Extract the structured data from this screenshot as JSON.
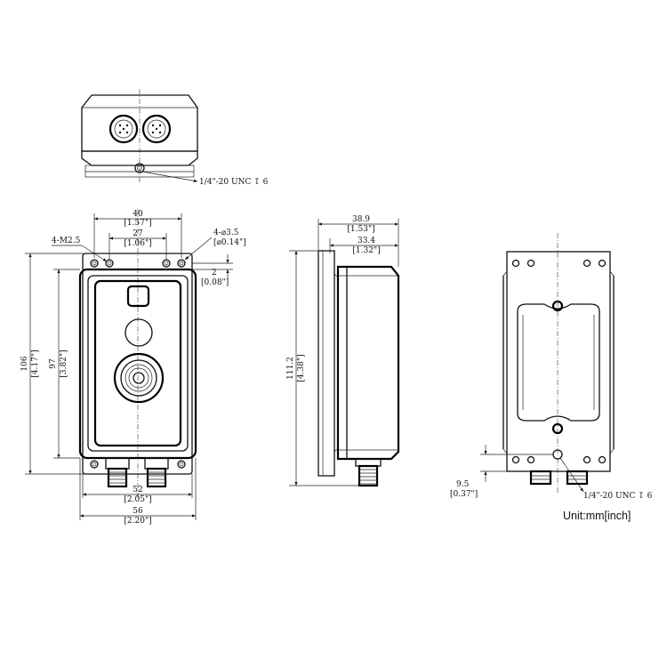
{
  "top_view": {
    "thread_callout": "1/4\"-20 UNC ↧ 6"
  },
  "front_view": {
    "width_top": {
      "mm": "40",
      "inch": "[1.57\"]"
    },
    "hole_spacing": {
      "mm": "27",
      "inch": "[1.06\"]"
    },
    "mount_thread": "4-M2.5",
    "hole_dia": {
      "mm": "4-⌀3.5",
      "inch": "[⌀0.14\"]"
    },
    "flange_offset": {
      "mm": "2",
      "inch": "[0.08\"]"
    },
    "height_total": {
      "mm": "106",
      "inch": "[4.17\"]"
    },
    "height_body": {
      "mm": "97",
      "inch": "[3.82\"]"
    },
    "width_body": {
      "mm": "52",
      "inch": "[2.05\"]"
    },
    "width_total": {
      "mm": "56",
      "inch": "[2.20\"]"
    }
  },
  "side_view": {
    "depth_total": {
      "mm": "38.9",
      "inch": "[1.53\"]"
    },
    "depth_body": {
      "mm": "33.4",
      "inch": "[1.32\"]"
    },
    "height": {
      "mm": "111.2",
      "inch": "[4.38\"]"
    }
  },
  "rear_view": {
    "offset": {
      "mm": "9.5",
      "inch": "[0.37\"]"
    },
    "thread_callout": "1/4\"-20 UNC ↧ 6"
  },
  "unit_label": "Unit:mm[inch]"
}
